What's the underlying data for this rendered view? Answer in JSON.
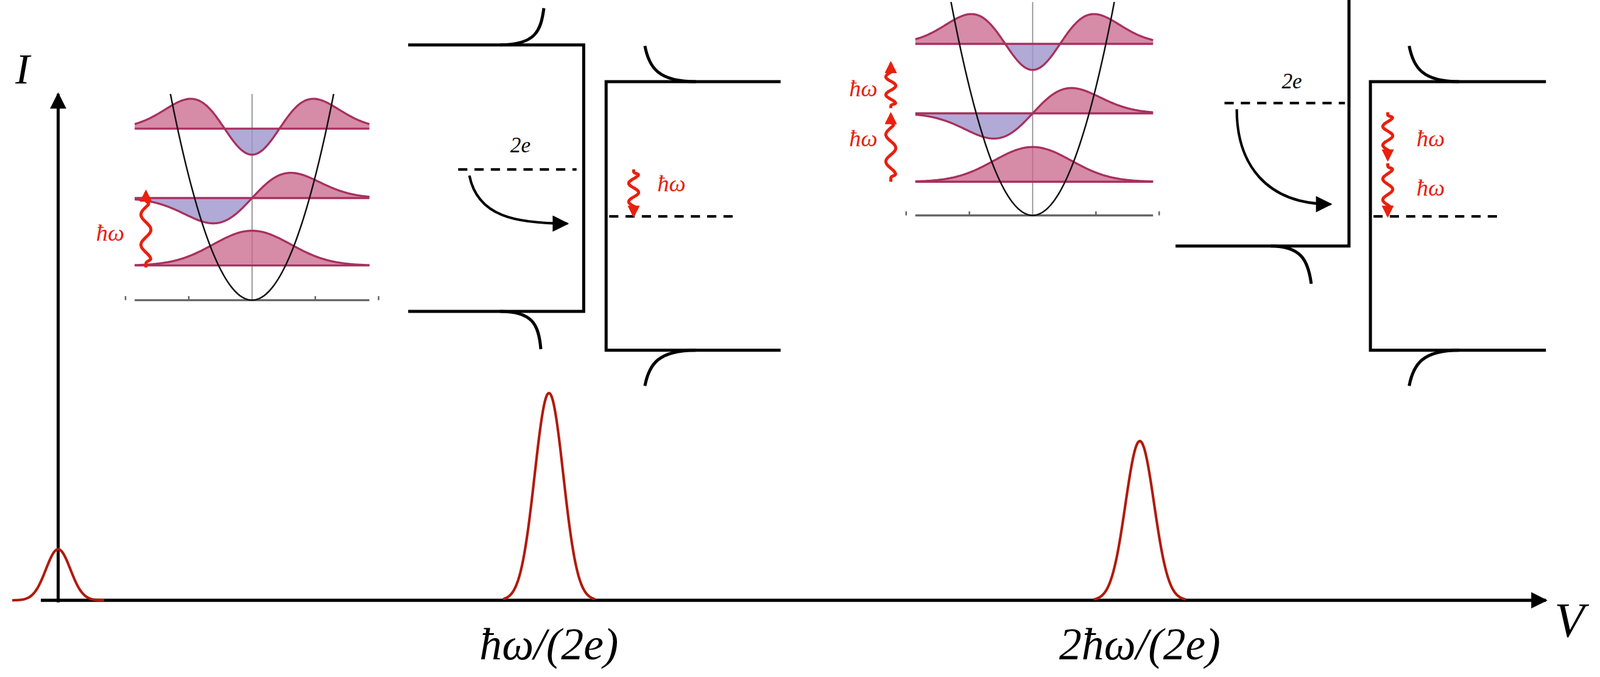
{
  "diagram": {
    "labels": [
      "I",
      "ħω",
      "2e",
      "ħω",
      "ħω",
      "ħω",
      "2e",
      "ħω",
      "ħω",
      "ħω/(2e)",
      "2ħω/(2e)",
      "V"
    ]
  }
}
